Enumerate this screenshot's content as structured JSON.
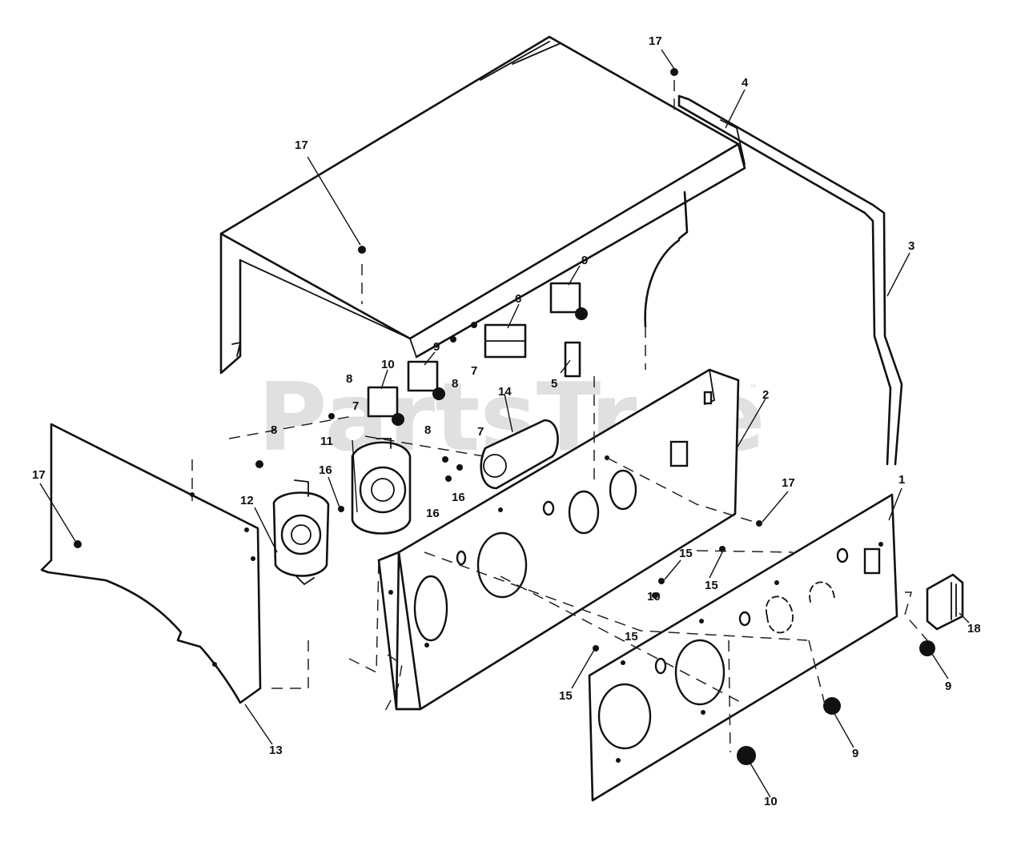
{
  "watermark": {
    "text": "PartsTree",
    "trademark": "™"
  },
  "callouts": [
    "17",
    "4",
    "17",
    "3",
    "9",
    "6",
    "9",
    "8",
    "7",
    "5",
    "10",
    "8",
    "7",
    "14",
    "8",
    "7",
    "11",
    "16",
    "8",
    "16",
    "2",
    "17",
    "17",
    "12",
    "16",
    "1",
    "15",
    "15",
    "10",
    "15",
    "18",
    "9",
    "15",
    "13",
    "9",
    "10"
  ]
}
